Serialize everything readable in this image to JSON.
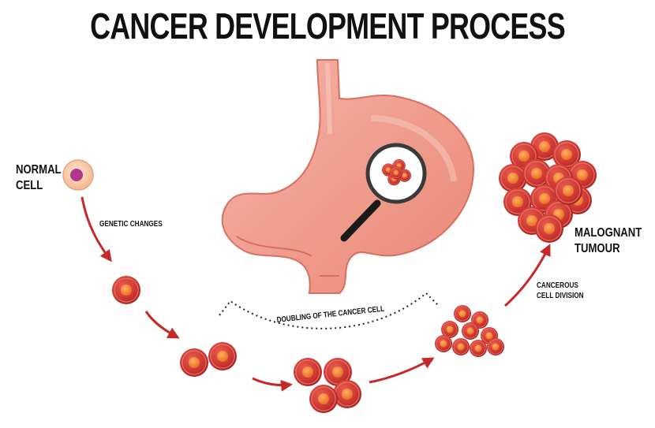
{
  "title": "CANCER DEVELOPMENT PROCESS",
  "labels": {
    "normal_cell": [
      "NORMAL",
      "CELL"
    ],
    "genetic_changes": "GENETIC CHANGES",
    "doubling": "DOUBLING OF THE CANCER CELL",
    "cancerous_division": [
      "CANCEROUS",
      "CELL DIVISION"
    ],
    "malignant_tumour": [
      "MALOGNANT",
      "TUMOUR"
    ]
  },
  "colors": {
    "cell_red": "#c8332f",
    "cell_dark": "#9e1f1f",
    "nucleus": "#f07a2a",
    "normal_cell_fill": "#f6c7a6",
    "normal_nucleus": "#b2368a",
    "stomach": "#f29a8e",
    "arrow": "#c62828"
  },
  "icons": [
    "stomach-illustration",
    "magnifier-icon"
  ]
}
